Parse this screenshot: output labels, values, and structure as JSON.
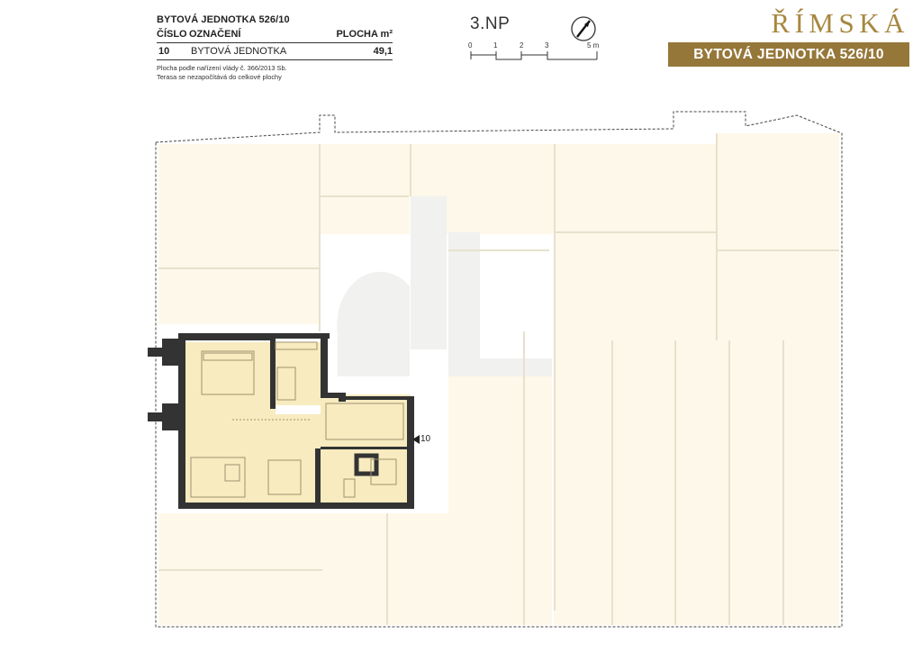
{
  "info": {
    "title": "BYTOVÁ JEDNOTKA 526/10",
    "col_number": "ČÍSLO",
    "col_label": "OZNAČENÍ",
    "col_area": "PLOCHA m²",
    "number": "10",
    "label": "BYTOVÁ JEDNOTKA",
    "area": "49,1",
    "note_1": "Plocha podle nařízení vlády č. 366/2013 Sb.",
    "note_2": "Terasa se nezapočítává do celkové plochy"
  },
  "floor": "3.NP",
  "scale": {
    "ticks": [
      "0",
      "1",
      "2",
      "3",
      "5 m"
    ]
  },
  "brand": {
    "title": "ŘÍMSKÁ 526/20",
    "badge": "BYTOVÁ JEDNOTKA 526/10"
  },
  "plan": {
    "unit_tag": "10"
  },
  "colors": {
    "accent": "#96773a",
    "brand_text": "#a7873f",
    "unit_fill": "#f7ebbf",
    "other_units": "#fdf8e9",
    "shared": "#f1f1ef",
    "wall": "#333333"
  }
}
